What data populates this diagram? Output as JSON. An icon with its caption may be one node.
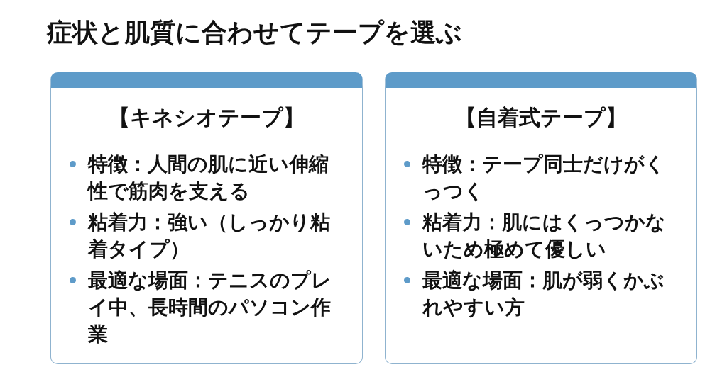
{
  "diagram": {
    "title": "症状と肌質に合わせてテープを選ぶ",
    "nodes": [
      {
        "text": [
          "【キネシオテープ】",
          "特徴：人間の肌に近い伸縮性で筋肉を支える",
          "粘着力：強い（しっかり粘着タイプ）",
          "最適な場面：テニスのプレイ中、長時間のパソコン作業"
        ]
      },
      {
        "text": [
          "【自着式テープ】",
          "特徴：テープ同士だけがくっつく",
          "粘着力：肌にはくっつかないため極めて優しい",
          "最適な場面：肌が弱くかぶれやすい方"
        ]
      }
    ],
    "edges": []
  }
}
